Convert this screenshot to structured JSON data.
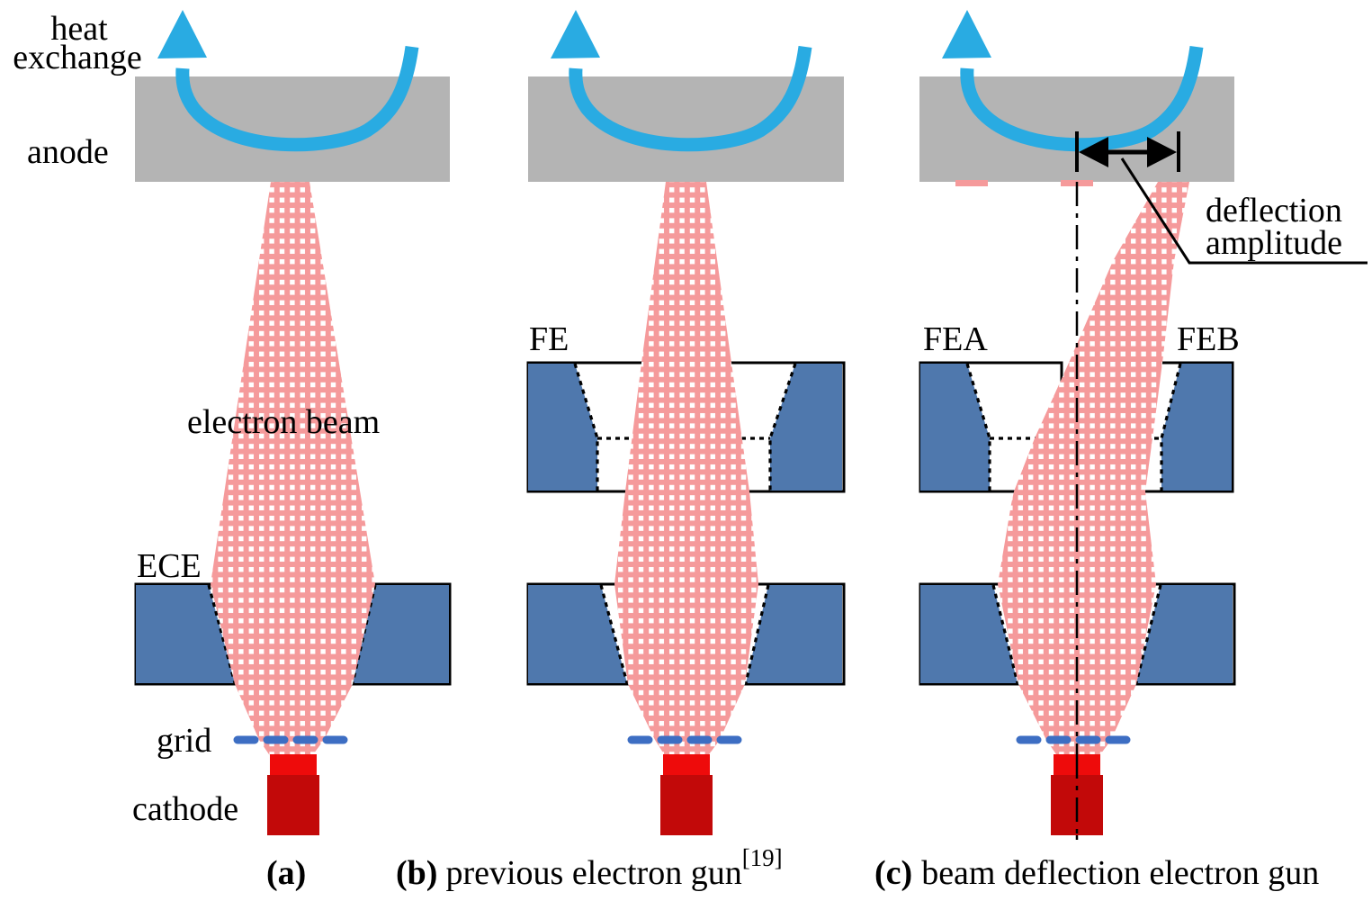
{
  "figure": {
    "heat_exchange": {
      "line1": "heat",
      "line2": "exchange"
    },
    "anode_label": "anode",
    "electron_beam_label": "electron beam",
    "ece_label": "ECE",
    "grid_label": "grid",
    "cathode_label": "cathode",
    "fe_label": "FE",
    "fea_label": "FEA",
    "feb_label": "FEB",
    "deflection": {
      "line1": "deflection",
      "line2": "amplitude"
    },
    "captions": {
      "a": "(a)",
      "b_label": "(b)",
      "b_text": "previous electron gun",
      "b_sup": "[19]",
      "c_label": "(c)",
      "c_text": "beam deflection electron gun"
    },
    "colors": {
      "anode_gray": "#b4b4b4",
      "beam_pink": "#f59a9b",
      "electrode_blue": "#4f78ad",
      "grid_blue": "#3d6ec3",
      "heat_cyan": "#29abe2",
      "cathode_red": "#ee0b0b",
      "cathode_dark_red": "#c20909",
      "outline_black": "#000000"
    }
  }
}
